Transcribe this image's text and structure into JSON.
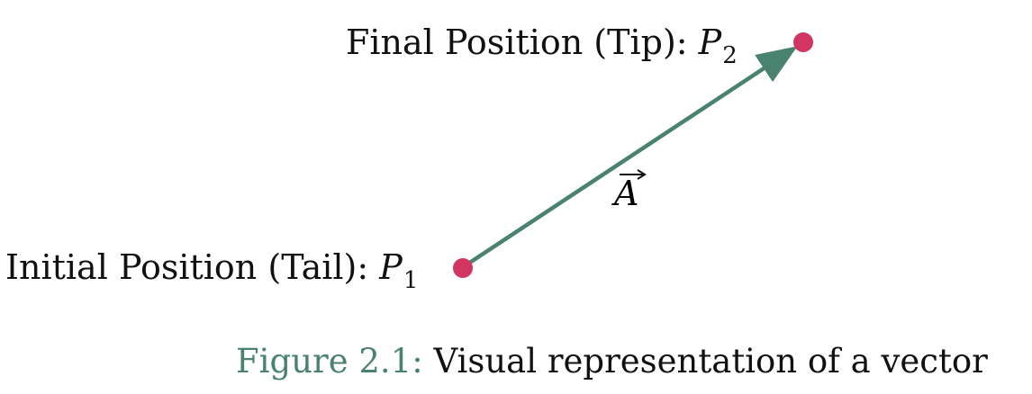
{
  "diagram": {
    "tip_label": {
      "text": "Final Position (Tip): ",
      "symbol": "P",
      "subscript": "2"
    },
    "tail_label": {
      "text": "Initial Position (Tail): ",
      "symbol": "P",
      "subscript": "1"
    },
    "vector_label": "A",
    "colors": {
      "vector": "#4a8270",
      "points": "#d13663",
      "text": "#111111"
    }
  },
  "caption": {
    "number": "Figure 2.1:",
    "text": " Visual representation of a vector"
  }
}
